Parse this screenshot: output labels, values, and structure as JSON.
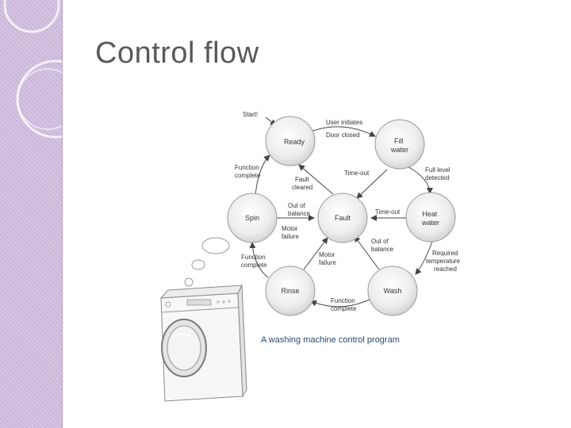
{
  "slide": {
    "title": "Control flow"
  },
  "diagram": {
    "caption": "A washing machine control program",
    "states": [
      "Ready",
      "Fill water",
      "Heat water",
      "Wash",
      "Rinse",
      "Spin",
      "Fault"
    ],
    "edge_labels": {
      "start": "Start!",
      "user_initiates": "User initiates",
      "door_closed": "Door closed",
      "function_complete_spin": "Function complete",
      "fault_cleared": "Fault cleared",
      "timeout_fill": "Time-out",
      "full_level": "Full level detected",
      "out_of_balance_spin": "Out of balance",
      "motor_failure_spin": "Motor failure",
      "timeout_heat": "Time-out",
      "function_complete_rinse": "Function complete",
      "motor_failure_rinse": "Motor failure",
      "out_of_balance_wash": "Out of balance",
      "required_temp": "Required temperature reached",
      "function_complete_wash": "Function complete"
    },
    "colors": {
      "node_fill_center": "#ffffff",
      "node_fill_edge": "#d4d4d4",
      "node_stroke": "#9a9a9a",
      "arrow": "#444444",
      "caption": "#2b4a6b"
    },
    "icons": [
      "washing-machine-icon",
      "thought-bubble-icon"
    ]
  }
}
